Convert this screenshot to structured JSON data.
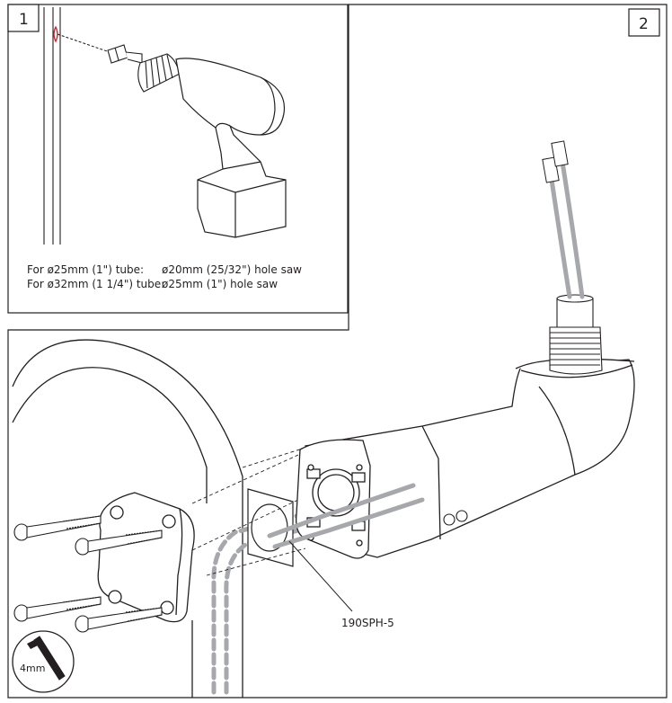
{
  "step1": {
    "number": "1",
    "notes": [
      {
        "label": "For ø25mm (1\") tube:",
        "value": "ø20mm (25/32\") hole saw"
      },
      {
        "label": "For ø32mm (1 1/4\") tube:",
        "value": "ø25mm (1\") hole saw"
      }
    ]
  },
  "step2": {
    "number": "2",
    "part_label": "190SPH-5",
    "allen_key_size": "4mm"
  }
}
